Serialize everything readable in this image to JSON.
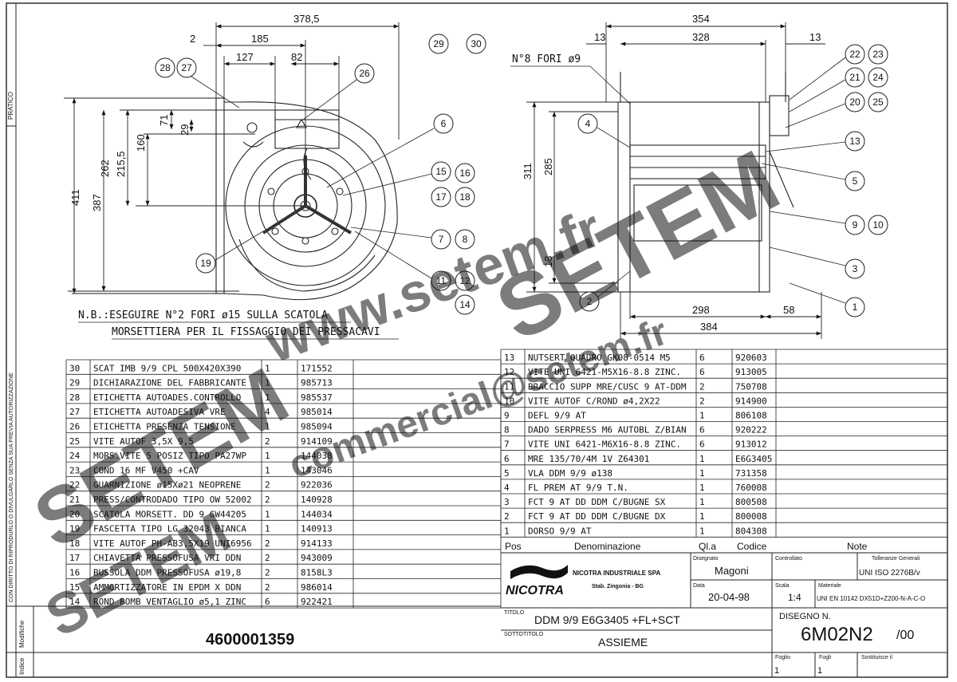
{
  "left_margin": {
    "strip_top": "PRATICO",
    "vertical_note": "CON DIRITTO DI RIPRODURLO O DIVULGARLO SENZA SUA PREVIA AUTORIZZAZIONE",
    "cells": [
      "Modifiche",
      "Indice"
    ]
  },
  "left_view": {
    "dimensions": [
      "378,5",
      "185",
      "2",
      "127",
      "82",
      "71",
      "29",
      "160",
      "215,5",
      "262",
      "387",
      "411"
    ],
    "balloons": [
      "28",
      "27",
      "26",
      "6",
      "15",
      "16",
      "17",
      "18",
      "7",
      "8",
      "11",
      "12",
      "14",
      "19",
      "29",
      "30"
    ]
  },
  "right_view": {
    "dimensions": [
      "354",
      "328",
      "13",
      "13",
      "311",
      "285",
      "13",
      "298",
      "58",
      "384"
    ],
    "holes_note": "N°8 FORI ø9",
    "balloons": [
      "22",
      "23",
      "21",
      "24",
      "20",
      "25",
      "4",
      "13",
      "5",
      "9",
      "10",
      "3",
      "2",
      "1"
    ]
  },
  "note": {
    "line1": "N.B.:ESEGUIRE N°2 FORI ø15 SULLA SCATOLA",
    "line2": "MORSETTIERA PER IL FISSAGGIO DEI PRESSACAVI"
  },
  "bom_left": [
    [
      "30",
      "SCAT IMB 9/9 CPL 500X420X390",
      "1",
      "171552"
    ],
    [
      "29",
      "DICHIARAZIONE DEL FABBRICANTE",
      "1",
      "985713"
    ],
    [
      "28",
      "ETICHETTA AUTOADES.CONTROLLO",
      "1",
      "985537"
    ],
    [
      "27",
      "ETICHETTA AUTOADESIVA VRE",
      "4",
      "985014"
    ],
    [
      "26",
      "ETICHETTA PRESENZA TENSIONE",
      "1",
      "985094"
    ],
    [
      "25",
      "VITE AUTOF 3,5X 9,5",
      "2",
      "914109"
    ],
    [
      "24",
      "MORS.VITE 5 POSIZ TIPO PA27WP",
      "1",
      "144038"
    ],
    [
      "23",
      "COND 16  MF V450 +CAV",
      "1",
      "143046"
    ],
    [
      "22",
      "GUARNIZIONE ø15Xø21 NEOPRENE",
      "2",
      "922036"
    ],
    [
      "21",
      "PRESS/CONTRODADO TIPO OW 52002",
      "2",
      "140928"
    ],
    [
      "20",
      "SCATOLA MORSETT. DD 9 GW44205",
      "1",
      "144034"
    ],
    [
      "19",
      "FASCETTA TIPO LG 32043 BIANCA",
      "1",
      "140913"
    ],
    [
      "18",
      "VITE AUTOF PH-AB3,5X19 UNI6956",
      "2",
      "914133"
    ],
    [
      "17",
      "CHIAVETTA PRESSOFUSA VRI DDN",
      "2",
      "943009"
    ],
    [
      "16",
      "BUSSOLA DDM PRESSOFUSA ø19,8",
      "2",
      "8158L3"
    ],
    [
      "15",
      "AMMORTIZZATORE IN EPDM X DDN",
      "2",
      "986014"
    ],
    [
      "14",
      "ROND BOMB VENTAGLIO ø5,1 ZINC",
      "6",
      "922421"
    ]
  ],
  "bom_right": [
    [
      "13",
      "NUTSERT QUADRO GK08-0514 M5",
      "6",
      "920603"
    ],
    [
      "12",
      "VITE UNI 6421-M5X16-8.8 ZINC.",
      "6",
      "913005"
    ],
    [
      "11",
      "BRACCIO SUPP MRE/CUSC 9 AT-DDM",
      "2",
      "750708"
    ],
    [
      "10",
      "VITE AUTOF C/ROND ø4,2X22",
      "2",
      "914900"
    ],
    [
      "9",
      "DEFL 9/9 AT",
      "1",
      "806108"
    ],
    [
      "8",
      "DADO SERPRESS M6 AUTOBL Z/BIAN",
      "6",
      "920222"
    ],
    [
      "7",
      "VITE UNI 6421-M6X16-8.8 ZINC.",
      "6",
      "913012"
    ],
    [
      "6",
      "MRE 135/70/4M 1V Z64301",
      "1",
      "E6G3405"
    ],
    [
      "5",
      "VLA DDM 9/9 ø138",
      "1",
      "731358"
    ],
    [
      "4",
      "FL PREM AT 9/9 T.N.",
      "1",
      "760008"
    ],
    [
      "3",
      "FCT 9 AT DD DDM C/BUGNE SX",
      "1",
      "800508"
    ],
    [
      "2",
      "FCT 9 AT DD DDM C/BUGNE DX",
      "1",
      "800008"
    ],
    [
      "1",
      "DORSO 9/9 AT",
      "1",
      "804308"
    ]
  ],
  "bom_header": {
    "pos": "Pos",
    "denominazione": "Denominazione",
    "qta": "Ql.a",
    "codice": "Codice",
    "note": "Note"
  },
  "title_block": {
    "company_name": "NICOTRA INDUSTRIALE SPA",
    "company_address": "Stab. Zingonia - BG",
    "logo_text": "NICOTRA",
    "disegnato_label": "Disegnato",
    "disegnato_value": "Magoni",
    "data_label": "Data",
    "data_value": "20-04-98",
    "controllato_label": "Controllato",
    "tolleranze_label": "Tolleranze Generali",
    "tolleranze_value": "UNI ISO 2276B/v",
    "scala_label": "Scala",
    "scala_value": "1:4",
    "materiale_label": "Materiale",
    "materiale_value": "UNI EN 10142 DX51D+Z200-N-A-C-O",
    "titolo_label": "TITOLO",
    "titolo_value": "DDM 9/9 E6G3405 +FL+SCT",
    "sottotitolo_label": "SOTTOTITOLO",
    "sottotitolo_value": "ASSIEME",
    "disegno_label": "DISEGNO N.",
    "disegno_value": "6M02N2",
    "disegno_rev": "/00",
    "foglio_label": "Foglio",
    "foglio_value": "1",
    "fogli_label": "Fogli",
    "fogli_value": "1",
    "sostituisce_label": "Sostituisce il"
  },
  "part_number": "4600001359",
  "watermarks": [
    "www.setem.fr",
    "SETEM",
    "SETEM",
    "commercial@setem.fr",
    "SETEM"
  ]
}
